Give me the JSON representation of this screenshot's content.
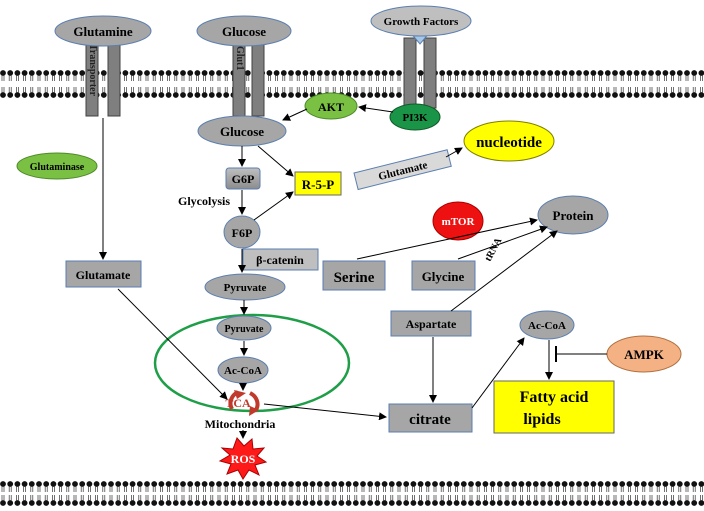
{
  "nodes": {
    "glutamine": "Glutamine",
    "glucose_top": "Glucose",
    "growth_factors": "Growth Factors",
    "transporter": "Transporter",
    "glut1": "Glut1",
    "akt": "AKT",
    "pi3k": "PI3K",
    "glucose": "Glucose",
    "g6p": "G6P",
    "r5p": "R-5-P",
    "glutamate_rot": "Glutamate",
    "nucleotide": "nucleotide",
    "glutaminase": "Glutaminase",
    "glycolysis": "Glycolysis",
    "f6p": "F6P",
    "mtor": "mTOR",
    "protein": "Protein",
    "trna": "tRNA",
    "glutamate": "Glutamate",
    "beta_catenin": "β-catenin",
    "serine": "Serine",
    "glycine": "Glycine",
    "pyruvate": "Pyruvate",
    "pyruvate_mito": "Pyruvate",
    "aspartate": "Aspartate",
    "accoa_right": "Ac-CoA",
    "accoa_mito": "Ac-CoA",
    "ampk": "AMPK",
    "tca": "TCA",
    "mitochondria": "Mitochondria",
    "citrate": "citrate",
    "fatty_acid_line1": "Fatty acid",
    "fatty_acid_line2": "lipids",
    "ros": "ROS"
  },
  "colors": {
    "gray_fill": "#a6a6a6",
    "gray_stroke": "#5b7fb0",
    "green_fill": "#7ac143",
    "dark_green": "#1a9446",
    "yellow": "#ffff00",
    "red": "#ff0000",
    "orange": "#f4b183",
    "mito_ring": "#1f9e48",
    "tca_arrow": "#c0392b"
  }
}
